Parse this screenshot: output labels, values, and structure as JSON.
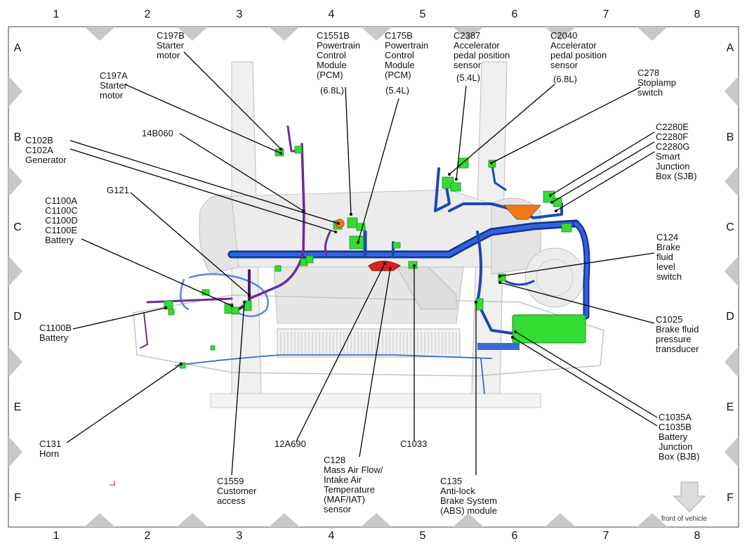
{
  "grid": {
    "columns": [
      "1",
      "2",
      "3",
      "4",
      "5",
      "6",
      "7",
      "8"
    ],
    "rows": [
      "A",
      "B",
      "C",
      "D",
      "E",
      "F"
    ]
  },
  "callouts": {
    "c197b": "C197B\nStarter\nmotor",
    "c197a": "C197A\nStarter\nmotor",
    "c1551b": "C1551B\nPowertrain\nControl\nModule\n(PCM)",
    "c1551b_eng": "(6.8L)",
    "c175b": "C175B\nPowertrain\nControl\nModule\n(PCM)",
    "c175b_eng": "(5.4L)",
    "c2387": "C2387\nAccelerator\npedal position\nsensor",
    "c2387_eng": "(5.4L)",
    "c2040": "C2040\nAccelerator\npedal position\nsensor",
    "c2040_eng": "(6.8L)",
    "c278": "C278\nStoplamp\nswitch",
    "c2280": "C2280E\nC2280F\nC2280G\nSmart\nJunction\nBox (SJB)",
    "c102": "C102B\nC102A\nGenerator",
    "p14b060": "14B060",
    "g121": "G121",
    "c1100": "C1100A\nC1100C\nC1100D\nC1100E\nBattery",
    "c124": "C124\nBrake\nfluid\nlevel\nswitch",
    "c1100b": "C1100B\nBattery",
    "c1025": "C1025\nBrake fluid\npressure\ntransducer",
    "c1035": "C1035A\nC1035B\nBattery\nJunction\nBox (BJB)",
    "c131": "C131\nHorn",
    "p12a690": "12A690",
    "c1033": "C1033",
    "c1559": "C1559\nCustomer\naccess",
    "c128": "C128\nMass Air Flow/\nIntake Air\nTemperature\n(MAF/IAT)\nsensor",
    "c135": "C135\nAnti-lock\nBrake System\n(ABS) module"
  },
  "front_of_vehicle": "front of vehicle",
  "colors": {
    "harness_blue": "#1f4fc8",
    "harness_purple": "#6a2c9c",
    "connector_green": "#33dd33",
    "red_part": "#e02020",
    "orange_part": "#f07a1a",
    "frame_gray": "#cfcfcf",
    "border_diamond": "#c8c8c8"
  }
}
